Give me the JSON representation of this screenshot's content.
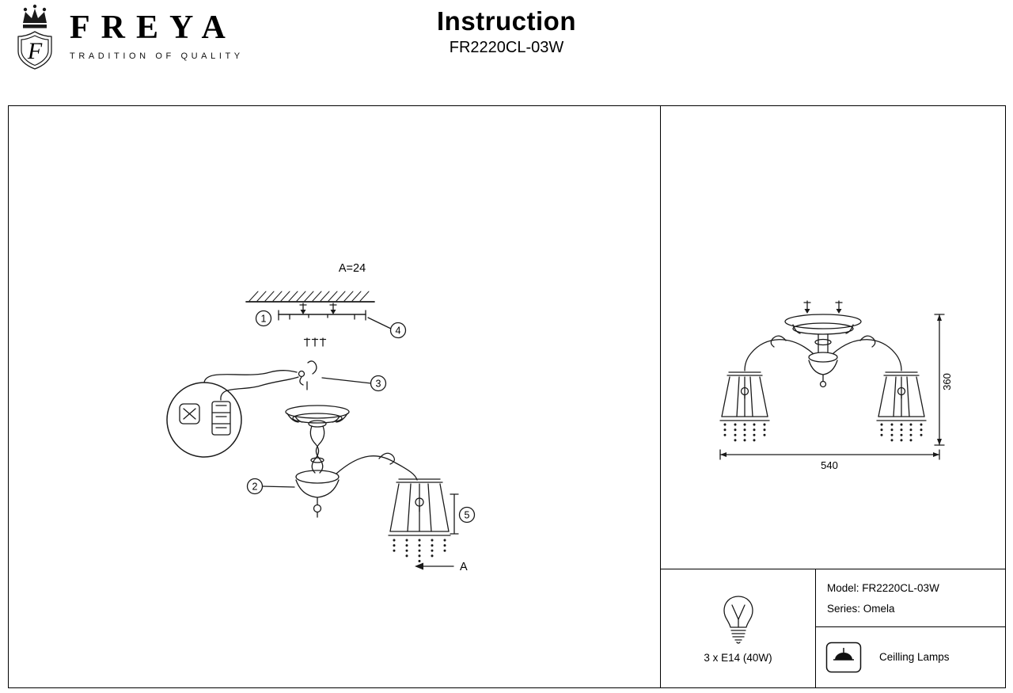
{
  "header": {
    "brand": "FREYA",
    "tagline": "TRADITION OF QUALITY",
    "logo_letter": "F",
    "title": "Instruction",
    "model": "FR2220CL-03W"
  },
  "assembly": {
    "note": "A=24",
    "callouts": [
      "1",
      "2",
      "3",
      "4",
      "5"
    ],
    "section_label": "A"
  },
  "dimensions": {
    "height": "360",
    "width": "540"
  },
  "specs": {
    "bulb": "3 x E14 (40W)",
    "model_line": "Model: FR2220CL-03W",
    "series_line": "Series: Omela",
    "category": "Ceilling Lamps"
  }
}
